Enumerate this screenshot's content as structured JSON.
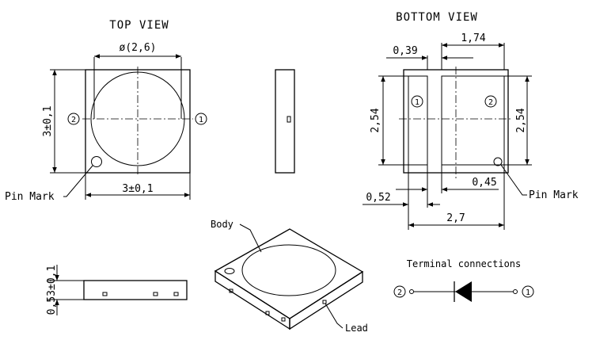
{
  "views": {
    "top_title": "TOP VIEW",
    "bottom_title": "BOTTOM VIEW"
  },
  "top_view": {
    "lens_diameter": "ø(2,6)",
    "height_dim": "3±0,1",
    "width_dim": "3±0,1",
    "pin_left": "2",
    "pin_right": "1",
    "pin_mark_label": "Pin Mark"
  },
  "bottom_view": {
    "dim_pitch": "1,74",
    "dim_pad_width": "0,39",
    "dim_left_height": "2,54",
    "dim_right_height": "2,54",
    "dim_gap_left": "0,52",
    "dim_gap_right": "0,45",
    "dim_total_width": "2,7",
    "pin_left": "1",
    "pin_right": "2",
    "pin_mark_label": "Pin Mark"
  },
  "front_view": {
    "thickness_dim": "0,53±0,1"
  },
  "iso_view": {
    "body_label": "Body",
    "lead_label": "Lead"
  },
  "terminal": {
    "title": "Terminal connections",
    "pin_left": "2",
    "pin_right": "1"
  }
}
